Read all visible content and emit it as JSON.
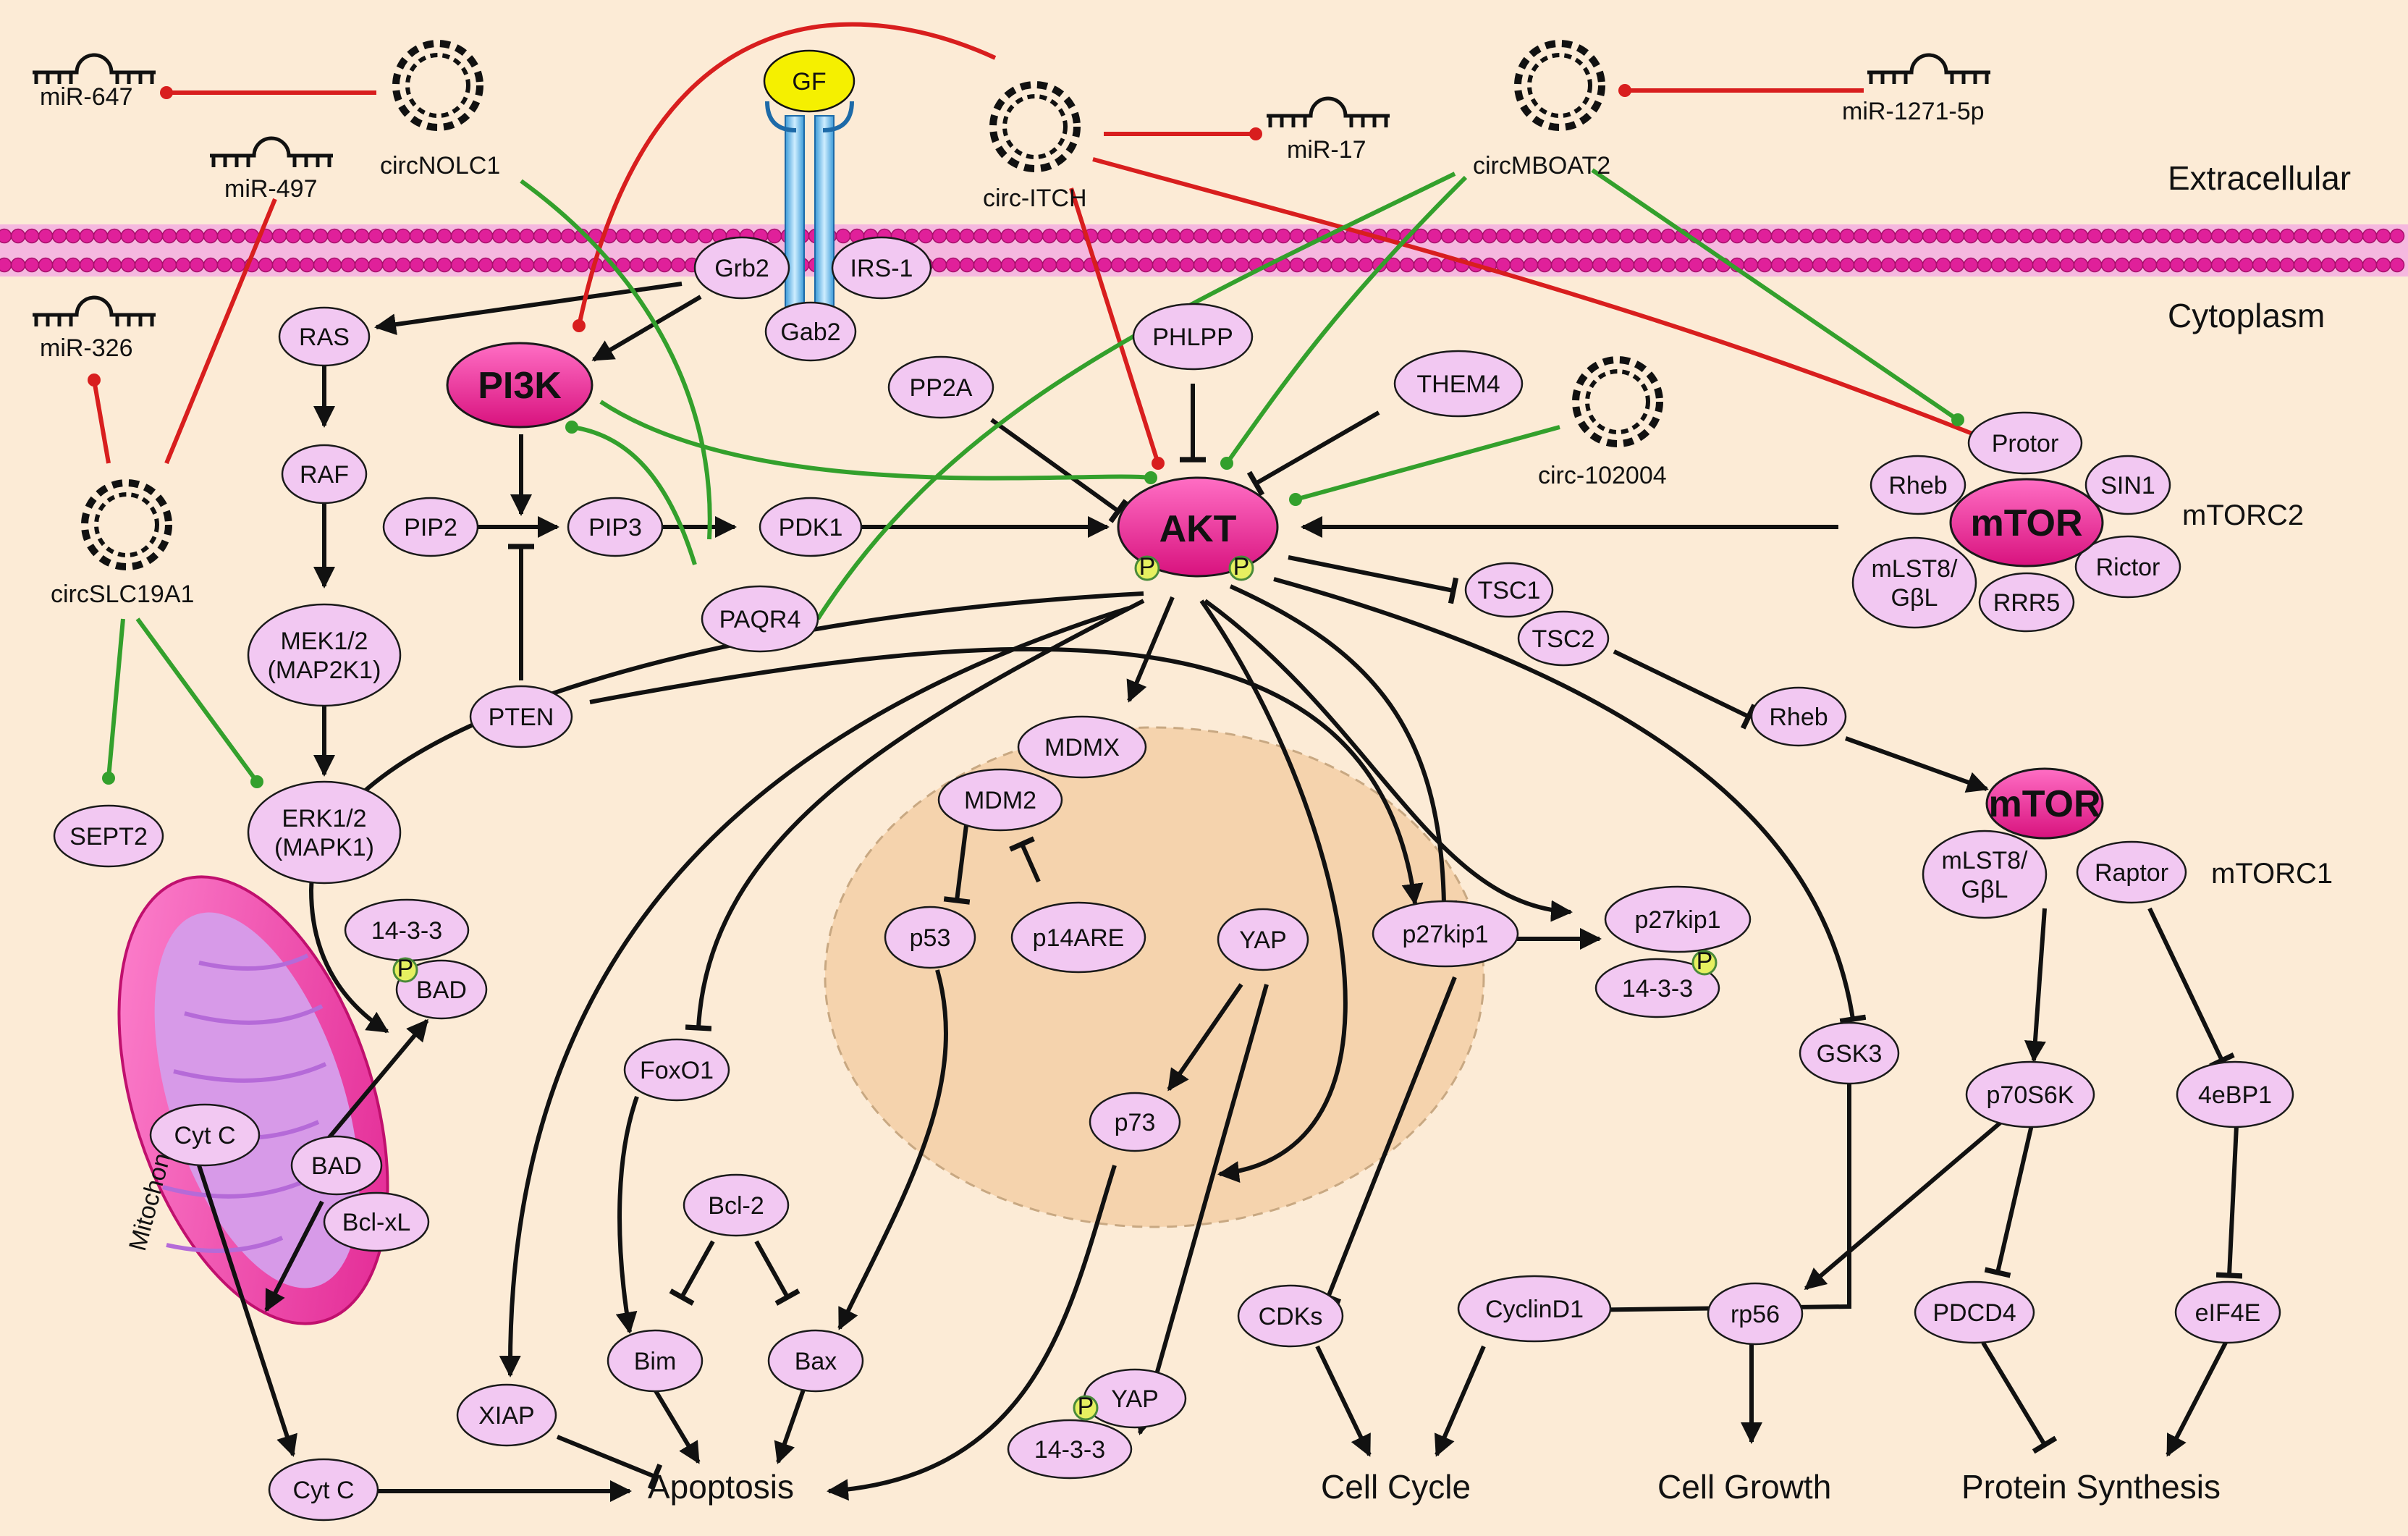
{
  "regions": {
    "extracellular": "Extracellular",
    "cytoplasm": "Cytoplasm",
    "mitochondria": "Mitochondria"
  },
  "complexes": {
    "mtorc2": "mTORC2",
    "mtorc1": "mTORC1"
  },
  "nodes": {
    "gf": "GF",
    "grb2": "Grb2",
    "irs1": "IRS-1",
    "gab2": "Gab2",
    "pi3k": "PI3K",
    "ras": "RAS",
    "raf": "RAF",
    "mek": [
      "MEK1/2",
      "(MAP2K1)"
    ],
    "erk": [
      "ERK1/2",
      "(MAPK1)"
    ],
    "sept2": "SEPT2",
    "pip2": "PIP2",
    "pip3": "PIP3",
    "pdk1": "PDK1",
    "pten": "PTEN",
    "paqr4": "PAQR4",
    "pp2a": "PP2A",
    "phlpp": "PHLPP",
    "them4": "THEM4",
    "akt": "AKT",
    "p": "P",
    "tsc1": "TSC1",
    "tsc2": "TSC2",
    "rheb": "Rheb",
    "mtor": "mTOR",
    "protor": "Protor",
    "sin1": "SIN1",
    "rictor": "Rictor",
    "rrr5": "RRR5",
    "mlst8": [
      "mLST8/",
      "GβL"
    ],
    "raptor": "Raptor",
    "p70s6k": "p70S6K",
    "eBP1": "4eBP1",
    "rp56": "rp56",
    "pdcd4": "PDCD4",
    "eif4e": "eIF4E",
    "gsk3": "GSK3",
    "cyclind1": "CyclinD1",
    "cdks": "CDKs",
    "mdmx": "MDMX",
    "mdm2": "MDM2",
    "p53": "p53",
    "p14are": "p14ARE",
    "yap": "YAP",
    "p73": "p73",
    "p27kip1": "p27kip1",
    "s1433": "14-3-3",
    "foxo1": "FoxO1",
    "bcl2": "Bcl-2",
    "bim": "Bim",
    "bax": "Bax",
    "xiap": "XIAP",
    "bad": "BAD",
    "bclxl": "Bcl-xL",
    "cytc": "Cyt C"
  },
  "outcomes": {
    "apoptosis": "Apoptosis",
    "cellcycle": "Cell Cycle",
    "cellgrowth": "Cell Growth",
    "protein": "Protein Synthesis"
  },
  "circrnas": {
    "nolc1": "circNOLC1",
    "itch": "circ-ITCH",
    "mboat2": "circMBOAT2",
    "slc19a1": "circSLC19A1",
    "c102004": "circ-102004"
  },
  "mirnas": {
    "m647": "miR-647",
    "m497": "miR-497",
    "m326": "miR-326",
    "m17": "miR-17",
    "m1271": "miR-1271-5p"
  },
  "colors": {
    "background": "#fcebd6",
    "node": "#f2c8f2",
    "hub": "#e8208e",
    "inhibit_rna": "#d81e1e",
    "promote_rna": "#33a02c",
    "membrane": "#e0209a",
    "nucleus": "#f5d3ad",
    "gf": "#f5f000"
  }
}
